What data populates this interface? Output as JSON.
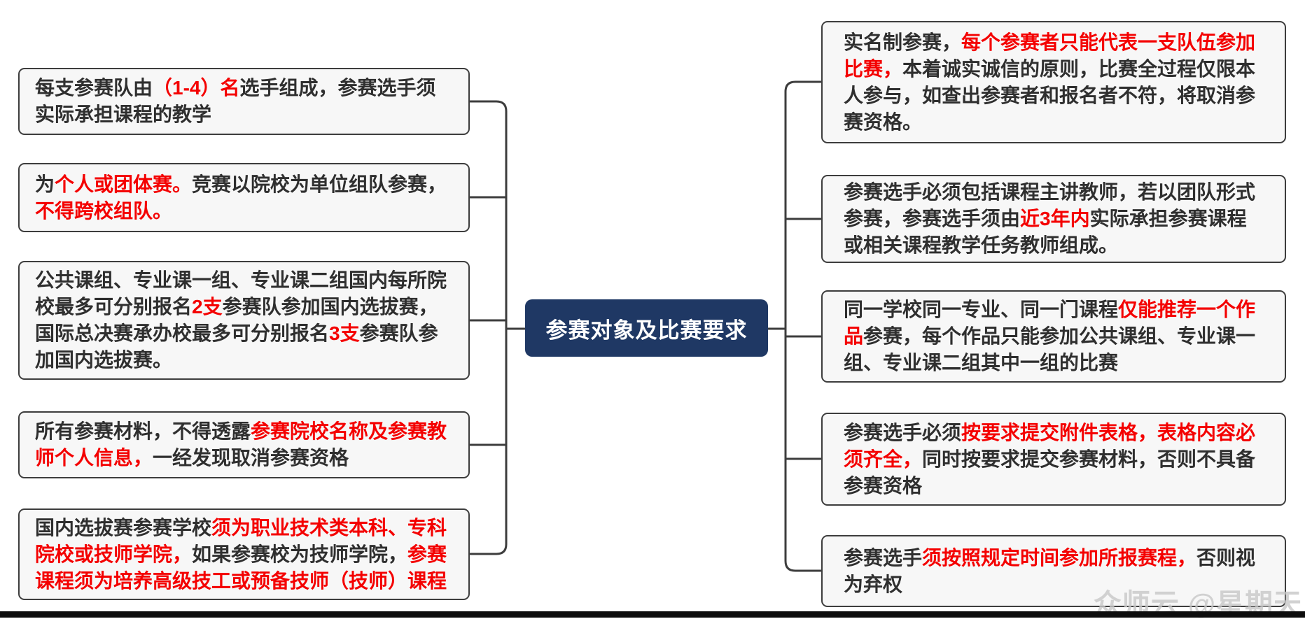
{
  "central_node": {
    "label": "参赛对象及比赛要求"
  },
  "watermark": "众师云 @星期天",
  "colors": {
    "node_bg": "#1f3864",
    "node_text": "#ffffff",
    "highlight_red": "#f40000",
    "body_text": "#2f2f2f",
    "box_bg": "#f7f7f7",
    "box_border": "#3d3d3d",
    "connector": "#3d3d3d"
  },
  "left_boxes": [
    {
      "segments": [
        {
          "text": "每支参赛队由",
          "red": false
        },
        {
          "text": "（1-4）名",
          "red": true
        },
        {
          "text": "选手组成，参赛选手须实际承担课程的教学",
          "red": false
        }
      ]
    },
    {
      "segments": [
        {
          "text": "为",
          "red": false
        },
        {
          "text": "个人或团体赛。",
          "red": true
        },
        {
          "text": "竞赛以院校为单位组队参赛，",
          "red": false
        },
        {
          "text": "不得跨校组队。",
          "red": true
        }
      ]
    },
    {
      "segments": [
        {
          "text": "公共课组、专业课一组、专业课二组国内每所院校最多可分别报名",
          "red": false
        },
        {
          "text": "2支",
          "red": true
        },
        {
          "text": "参赛队参加国内选拔赛，国际总决赛承办校最多可分别报名",
          "red": false
        },
        {
          "text": "3支",
          "red": true
        },
        {
          "text": "参赛队参加国内选拔赛。",
          "red": false
        }
      ]
    },
    {
      "segments": [
        {
          "text": "所有参赛材料，不得透露",
          "red": false
        },
        {
          "text": "参赛院校名称及参赛教师个人信息，",
          "red": true
        },
        {
          "text": "一经发现取消参赛资格",
          "red": false
        }
      ]
    },
    {
      "segments": [
        {
          "text": "国内选拔赛参赛学校",
          "red": false
        },
        {
          "text": "须为职业技术类本科、专科院校或技师学院，",
          "red": true
        },
        {
          "text": "如果参赛校为技师学院，",
          "red": false
        },
        {
          "text": "参赛课程须为培养高级技工或预备技师（技师）课程",
          "red": true
        }
      ]
    }
  ],
  "right_boxes": [
    {
      "segments": [
        {
          "text": "实名制参赛，",
          "red": false
        },
        {
          "text": "每个参赛者只能代表一支队伍参加比赛，",
          "red": true
        },
        {
          "text": "本着诚实诚信的原则，比赛全过程仅限本人参与，如查出参赛者和报名者不符，将取消参赛资格。",
          "red": false
        }
      ]
    },
    {
      "segments": [
        {
          "text": "参赛选手必须包括课程主讲教师，若以团队形式参赛，参赛选手须由",
          "red": false
        },
        {
          "text": "近3年内",
          "red": true
        },
        {
          "text": "实际承担参赛课程或相关课程教学任务教师组成。",
          "red": false
        }
      ]
    },
    {
      "segments": [
        {
          "text": "同一学校同一专业、同一门课程",
          "red": false
        },
        {
          "text": "仅能推荐一个作品",
          "red": true
        },
        {
          "text": "参赛，每个作品只能参加公共课组、专业课一组、专业课二组其中一组的比赛",
          "red": false
        }
      ]
    },
    {
      "segments": [
        {
          "text": "参赛选手必须",
          "red": false
        },
        {
          "text": "按要求提交附件表格，表格内容必须齐全，",
          "red": true
        },
        {
          "text": "同时按要求提交参赛材料，否则不具备参赛资格",
          "red": false
        }
      ]
    },
    {
      "segments": [
        {
          "text": "参赛选手",
          "red": false
        },
        {
          "text": "须按照规定时间参加所报赛程，",
          "red": true
        },
        {
          "text": "否则视为弃权",
          "red": false
        }
      ]
    }
  ]
}
